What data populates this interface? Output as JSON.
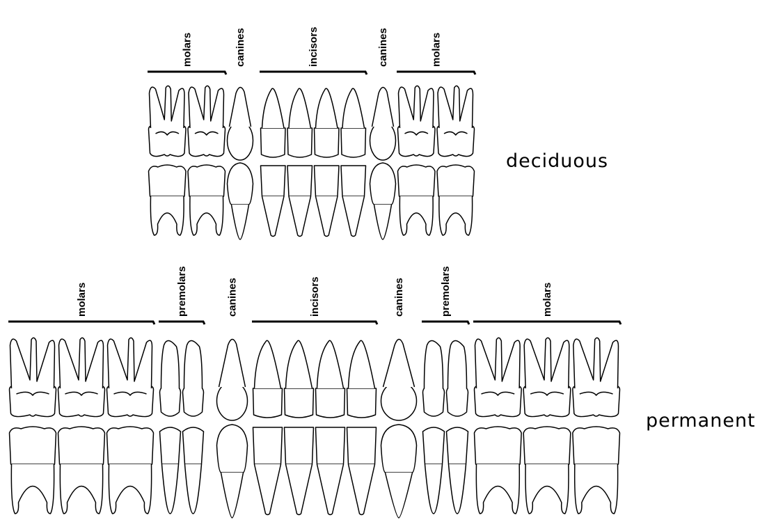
{
  "diagram": {
    "deciduous": {
      "row_label": "deciduous",
      "groups": [
        {
          "label": "molars",
          "count": 2,
          "type": "molar"
        },
        {
          "label": "canines",
          "count": 1,
          "type": "canine"
        },
        {
          "label": "incisors",
          "count": 4,
          "type": "incisor"
        },
        {
          "label": "canines",
          "count": 1,
          "type": "canine"
        },
        {
          "label": "molars",
          "count": 2,
          "type": "molar"
        }
      ]
    },
    "permanent": {
      "row_label": "permanent",
      "groups": [
        {
          "label": "molars",
          "count": 3,
          "type": "molar"
        },
        {
          "label": "premolars",
          "count": 2,
          "type": "premolar"
        },
        {
          "label": "canines",
          "count": 1,
          "type": "canine"
        },
        {
          "label": "incisors",
          "count": 4,
          "type": "incisor"
        },
        {
          "label": "canines",
          "count": 1,
          "type": "canine"
        },
        {
          "label": "premolars",
          "count": 2,
          "type": "premolar"
        },
        {
          "label": "molars",
          "count": 3,
          "type": "molar"
        }
      ]
    }
  }
}
